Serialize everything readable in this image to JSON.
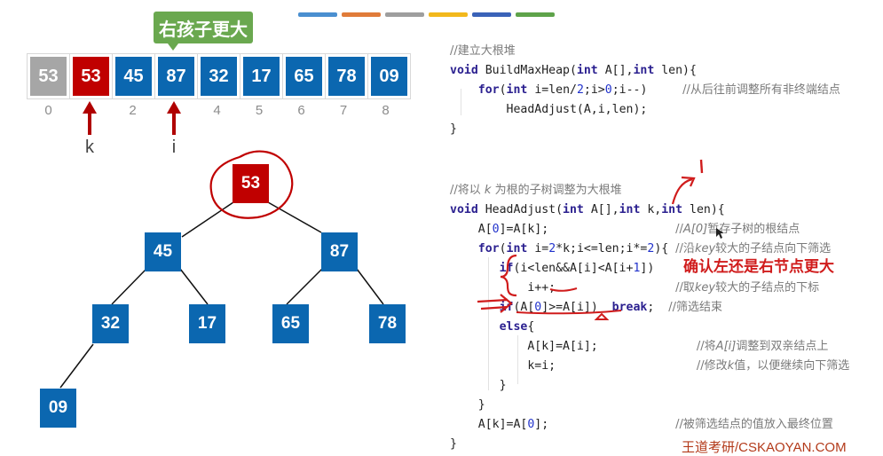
{
  "slide": {
    "progress_bars": [
      {
        "name": "bar-1",
        "color": "#4a8fd0"
      },
      {
        "name": "bar-2",
        "color": "#e07b39"
      },
      {
        "name": "bar-3",
        "color": "#9e9e9e"
      },
      {
        "name": "bar-4",
        "color": "#f2b81c"
      },
      {
        "name": "bar-5",
        "color": "#3a62b8"
      },
      {
        "name": "bar-6",
        "color": "#5ea34a"
      }
    ],
    "callout": "右孩子更大",
    "array": {
      "cells": [
        {
          "value": "53",
          "index": "0",
          "color": "#a6a6a6"
        },
        {
          "value": "53",
          "index": "",
          "color": "#c00000"
        },
        {
          "value": "45",
          "index": "2",
          "color": "#0b67b0"
        },
        {
          "value": "87",
          "index": "",
          "color": "#0b67b0"
        },
        {
          "value": "32",
          "index": "4",
          "color": "#0b67b0"
        },
        {
          "value": "17",
          "index": "5",
          "color": "#0b67b0"
        },
        {
          "value": "65",
          "index": "6",
          "color": "#0b67b0"
        },
        {
          "value": "78",
          "index": "7",
          "color": "#0b67b0"
        },
        {
          "value": "09",
          "index": "8",
          "color": "#0b67b0"
        }
      ],
      "pointer_k": "k",
      "pointer_i": "i"
    },
    "tree": {
      "nodes": [
        {
          "value": "53",
          "color": "#c00000"
        },
        {
          "value": "45",
          "color": "#0b67b0"
        },
        {
          "value": "87",
          "color": "#0b67b0"
        },
        {
          "value": "32",
          "color": "#0b67b0"
        },
        {
          "value": "17",
          "color": "#0b67b0"
        },
        {
          "value": "65",
          "color": "#0b67b0"
        },
        {
          "value": "78",
          "color": "#0b67b0"
        },
        {
          "value": "09",
          "color": "#0b67b0"
        }
      ]
    },
    "code": {
      "build": {
        "comment": "//建立大根堆",
        "l1_kw": "void",
        "l1_rest": " BuildMaxHeap(",
        "l1_kw2": "int",
        "l1_rest2": " A[],",
        "l1_kw3": "int",
        "l1_rest3": " len){",
        "l2_kw": "for",
        "l2_p1": "(",
        "l2_kw2": "int",
        "l2_p2": " i=len/",
        "l2_n1": "2",
        "l2_p3": ";i>",
        "l2_n2": "0",
        "l2_p4": ";i--)",
        "l2_cm": "//从后往前调整所有非终端结点",
        "l3": "HeadAdjust(A,i,len);",
        "l4": "}"
      },
      "adjust": {
        "comment_a": "//将以 ",
        "comment_k": "k",
        "comment_b": " 为根的子树调整为大根堆",
        "l1_kw": "void",
        "l1_rest": " HeadAdjust(",
        "l1_kw2": "int",
        "l1_rest2": " A[],",
        "l1_kw3": "int",
        "l1_rest3": " k,",
        "l1_kw4": "int",
        "l1_rest4": " len){",
        "l2_a": "A[",
        "l2_n": "0",
        "l2_b": "]=A[k];",
        "l2_cm_a": "//",
        "l2_cm_i": "A[0]",
        "l2_cm_b": "暂存子树的根结点",
        "l3_kw": "for",
        "l3_p1": "(",
        "l3_kw2": "int",
        "l3_p2": " i=",
        "l3_n1": "2",
        "l3_p3": "*k;i<=len;i*=",
        "l3_n2": "2",
        "l3_p4": "){",
        "l3_cm_a": "//沿",
        "l3_cm_i": "key",
        "l3_cm_b": "较大的子结点向下筛选",
        "l4_kw": "if",
        "l4_p1": "(i<len&&A[i]<A[i+",
        "l4_n": "1",
        "l4_p2": "])",
        "l5": "i++;",
        "l5_cm_a": "//取",
        "l5_cm_i": "key",
        "l5_cm_b": "较大的子结点的下标",
        "l6_kw": "if",
        "l6_p1": "(A[",
        "l6_n": "0",
        "l6_p2": "]>=A[i])",
        "l6_kw2": "break",
        "l6_p3": ";",
        "l6_cm": "//筛选结束",
        "l7_kw": "else",
        "l7_p": "{",
        "l8": "A[k]=A[i];",
        "l8_cm_a": "//将",
        "l8_cm_i": "A[i]",
        "l8_cm_b": "调整到双亲结点上",
        "l9": "k=i;",
        "l9_cm_a": "//修改",
        "l9_cm_i": "k",
        "l9_cm_b": "值，以便继续向下筛选",
        "l10": "}",
        "l11": "}",
        "l12_a": "A[k]=A[",
        "l12_n": "0",
        "l12_b": "];",
        "l12_cm": "//被筛选结点的值放入最终位置",
        "l13": "}"
      }
    },
    "annotation_note": "确认左还是右节点更大",
    "footer": "王道考研/CSKAOYAN.COM"
  }
}
